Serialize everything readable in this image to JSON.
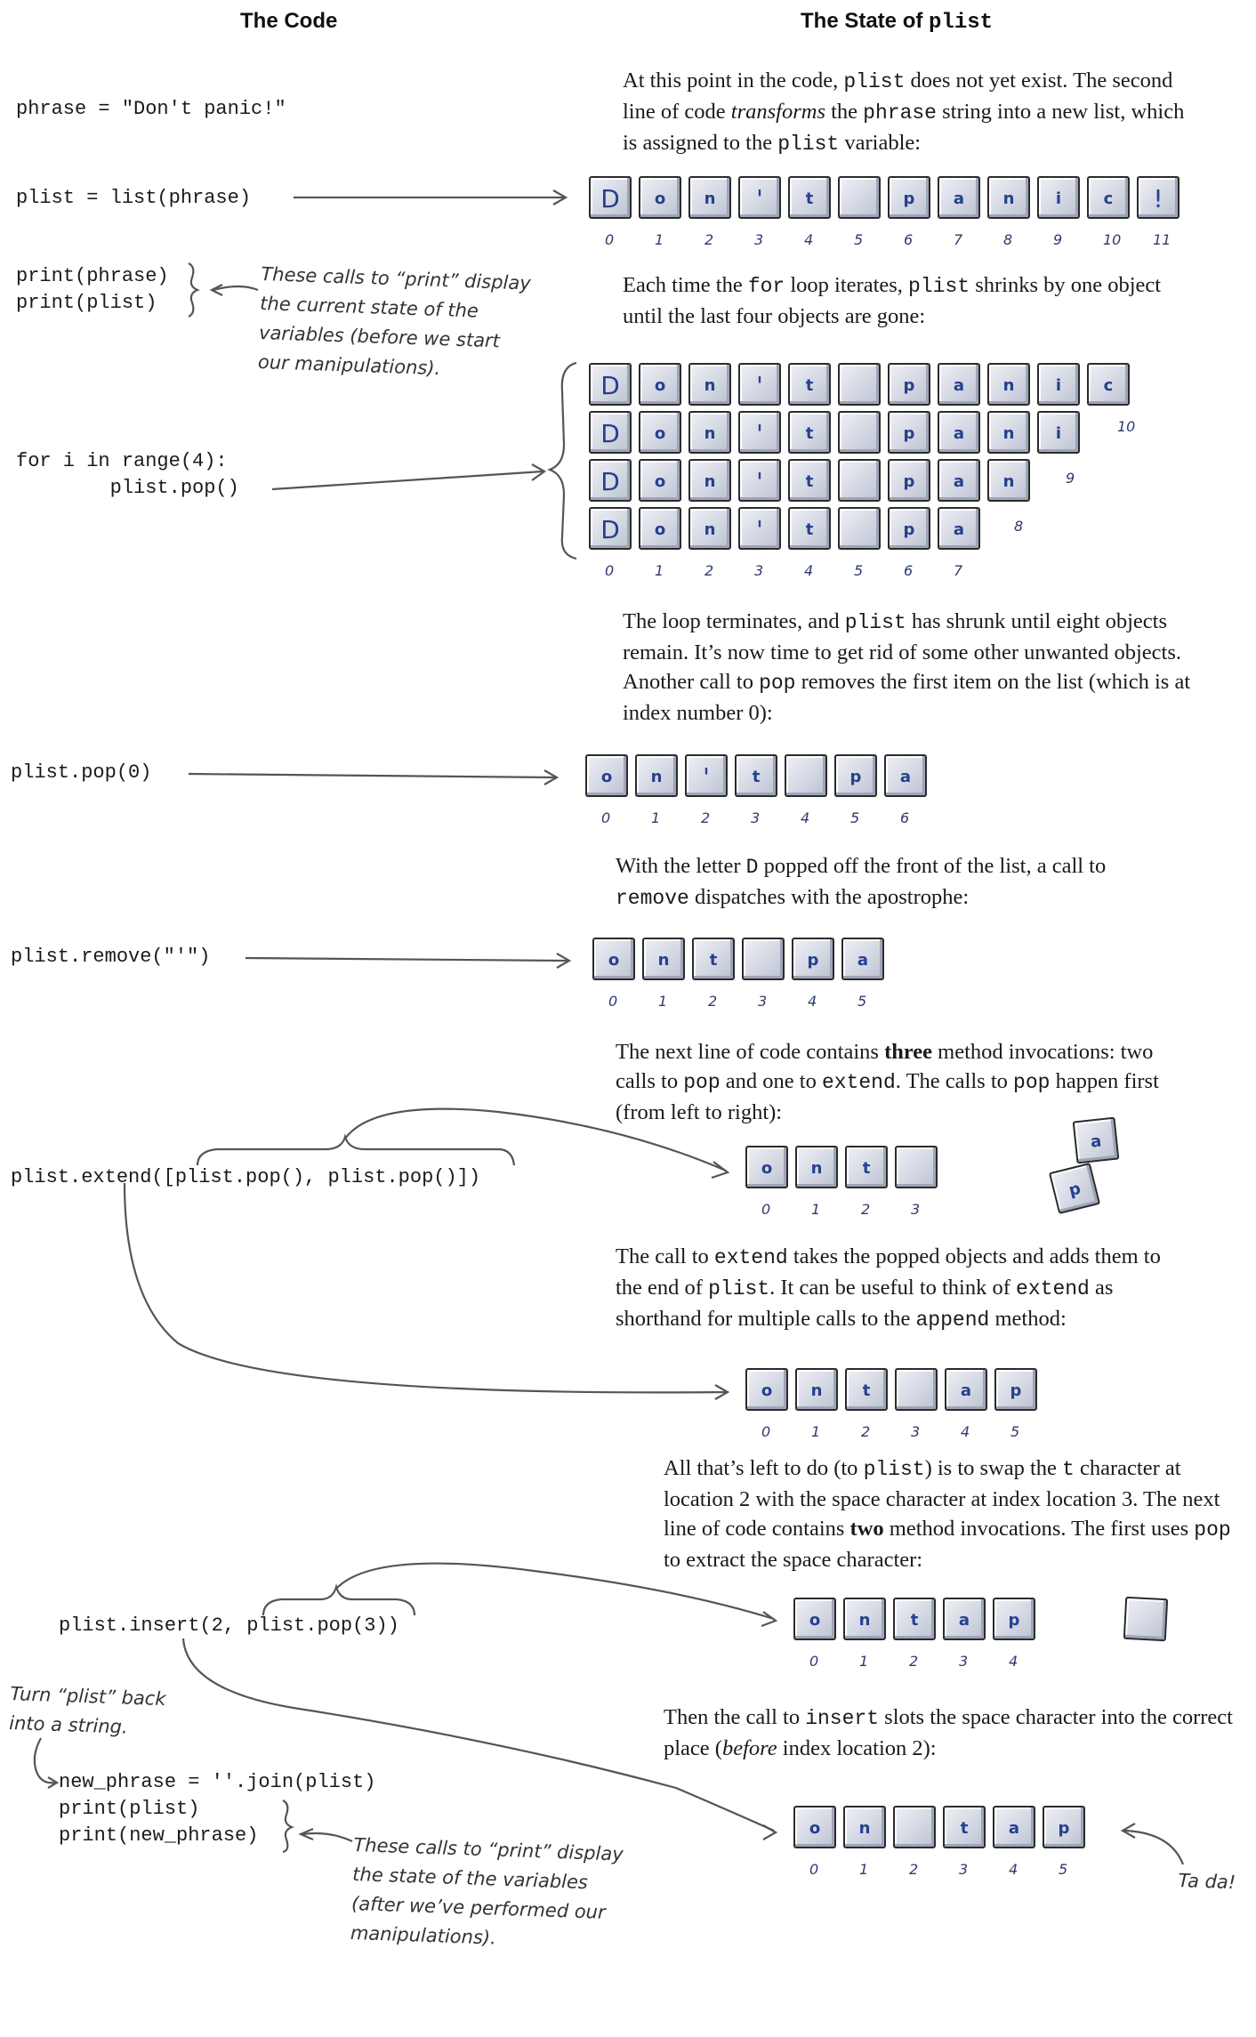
{
  "headers": {
    "code": "The Code",
    "state_prefix": "The State of ",
    "state_var": "plist"
  },
  "code_lines": {
    "phrase": "phrase = \"Don't panic!\"",
    "plist": "plist = list(phrase)",
    "print_phrase": "print(phrase)",
    "print_plist": "print(plist)",
    "for_loop": "for i in range(4):",
    "pop_loop": "        plist.pop()",
    "pop0": "plist.pop(0)",
    "remove": "plist.remove(\"'\")",
    "extend": "plist.extend([plist.pop(), plist.pop()])",
    "insert": "plist.insert(2, plist.pop(3))",
    "join": "new_phrase = ''.join(plist)",
    "print_plist2": "print(plist)",
    "print_new": "print(new_phrase)"
  },
  "notes": {
    "before": [
      "These calls to “print” display",
      "the current state of the",
      "variables (before we start",
      "our manipulations)."
    ],
    "turn": [
      "Turn “plist” back",
      "into a string."
    ],
    "after": [
      "These calls to “print” display",
      "the state of the variables",
      "(after we’ve performed our",
      "manipulations)."
    ],
    "tada": "Ta da!"
  },
  "prose": {
    "p1": [
      "At this point in the code, ",
      "plist",
      " does not yet exist. The second line of code ",
      "transforms",
      " the ",
      "phrase",
      " string into a new list, which is assigned to the ",
      "plist",
      " variable:"
    ],
    "p2": [
      "Each time the ",
      "for",
      " loop iterates, ",
      "plist",
      " shrinks by one object until the last four objects are gone:"
    ],
    "p3": [
      "The loop terminates, and ",
      "plist",
      " has shrunk until eight objects remain. It’s now time to get rid of some other unwanted objects. Another call to ",
      "pop",
      " removes the first item on the list (which is at index number 0):"
    ],
    "p4": [
      "With the letter ",
      "D",
      " popped off the front of the list, a call to ",
      "remove",
      " dispatches with the apostrophe:"
    ],
    "p5": [
      "The next line of code contains ",
      "three",
      " method invocations: two calls to ",
      "pop",
      " and one to ",
      "extend",
      ". The calls to ",
      "pop",
      " happen first (from left to right):"
    ],
    "p6": [
      "The call to ",
      "extend",
      " takes the popped objects and adds them to the end of ",
      "plist",
      ". It can be useful to think of ",
      "extend",
      " as shorthand for multiple calls to the ",
      "append",
      " method:"
    ],
    "p7": [
      "All that’s left to do (to ",
      "plist",
      ") is to swap the ",
      "t",
      " character at location 2 with the space character at index location 3. The next line of code contains ",
      "two",
      " method invocations. The first uses ",
      "pop",
      " to extract the space character:"
    ],
    "p8": [
      "Then the call to ",
      "insert",
      " slots the space character into the correct place (",
      "before",
      " index location 2):"
    ]
  },
  "lists": {
    "full": [
      "D",
      "o",
      "n",
      "'",
      "t",
      " ",
      "p",
      "a",
      "n",
      "i",
      "c",
      "!"
    ],
    "full_idx": [
      "0",
      "1",
      "2",
      "3",
      "4",
      "5",
      "6",
      "7",
      "8",
      "9",
      "10",
      "11"
    ],
    "loop_rows": [
      [
        "D",
        "o",
        "n",
        "'",
        "t",
        " ",
        "p",
        "a",
        "n",
        "i",
        "c"
      ],
      [
        "D",
        "o",
        "n",
        "'",
        "t",
        " ",
        "p",
        "a",
        "n",
        "i"
      ],
      [
        "D",
        "o",
        "n",
        "'",
        "t",
        " ",
        "p",
        "a",
        "n"
      ],
      [
        "D",
        "o",
        "n",
        "'",
        "t",
        " ",
        "p",
        "a"
      ]
    ],
    "loop_counts": [
      "10",
      "9",
      "8"
    ],
    "loop_idx": [
      "0",
      "1",
      "2",
      "3",
      "4",
      "5",
      "6",
      "7"
    ],
    "after_pop0": [
      "o",
      "n",
      "'",
      "t",
      " ",
      "p",
      "a"
    ],
    "after_pop0_idx": [
      "0",
      "1",
      "2",
      "3",
      "4",
      "5",
      "6"
    ],
    "after_remove": [
      "o",
      "n",
      "t",
      " ",
      "p",
      "a"
    ],
    "after_remove_idx": [
      "0",
      "1",
      "2",
      "3",
      "4",
      "5"
    ],
    "after_pops": [
      "o",
      "n",
      "t",
      " "
    ],
    "after_pops_idx": [
      "0",
      "1",
      "2",
      "3"
    ],
    "popped": [
      "a",
      "p"
    ],
    "after_extend": [
      "o",
      "n",
      "t",
      " ",
      "a",
      "p"
    ],
    "after_extend_idx": [
      "0",
      "1",
      "2",
      "3",
      "4",
      "5"
    ],
    "after_pop3": [
      "o",
      "n",
      "t",
      "a",
      "p"
    ],
    "after_pop3_idx": [
      "0",
      "1",
      "2",
      "3",
      "4"
    ],
    "space_tile": [
      " "
    ],
    "final": [
      "o",
      "n",
      " ",
      "t",
      "a",
      "p"
    ],
    "final_idx": [
      "0",
      "1",
      "2",
      "3",
      "4",
      "5"
    ]
  }
}
